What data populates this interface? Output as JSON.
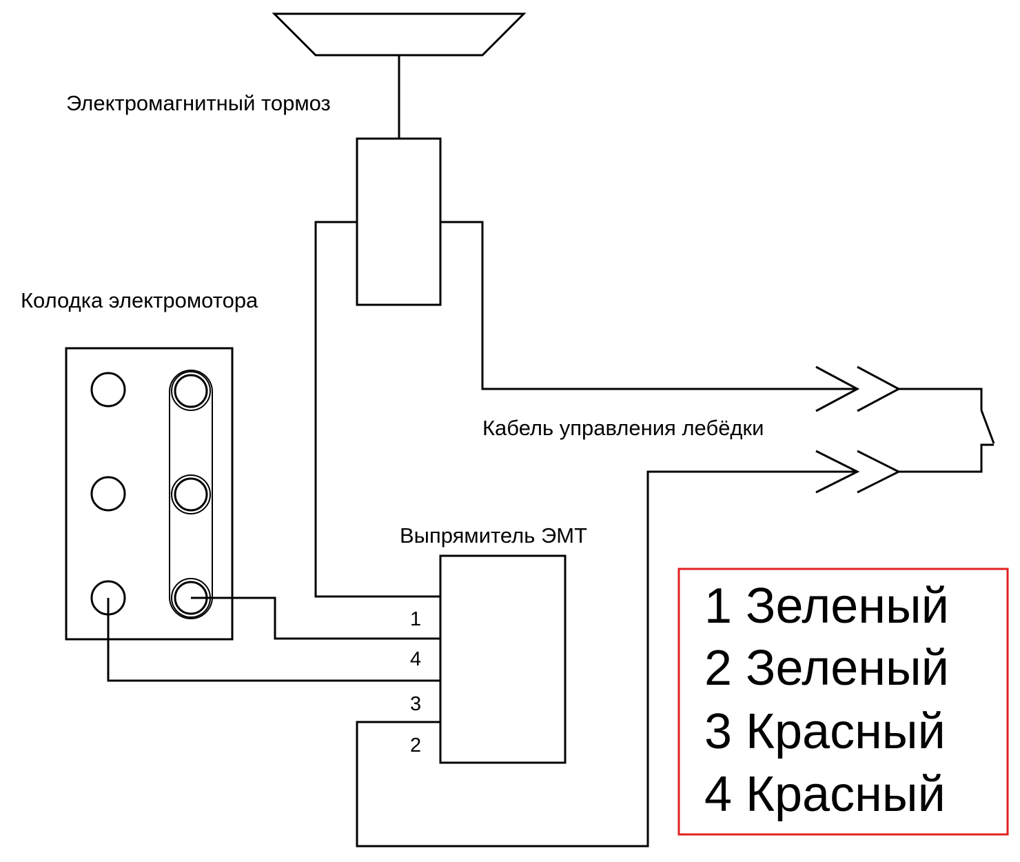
{
  "labels": {
    "brake": "Электромагнитный тормоз",
    "motor_block": "Колодка электромотора",
    "cable": "Кабель управления лебёдки",
    "rectifier": "Выпрямитель ЭМТ"
  },
  "pins": [
    "1",
    "4",
    "3",
    "2"
  ],
  "legend": {
    "items": [
      "1 Зеленый",
      "2 Зеленый",
      "3 Красный",
      "4 Красный"
    ],
    "border_color": "#e02020"
  }
}
